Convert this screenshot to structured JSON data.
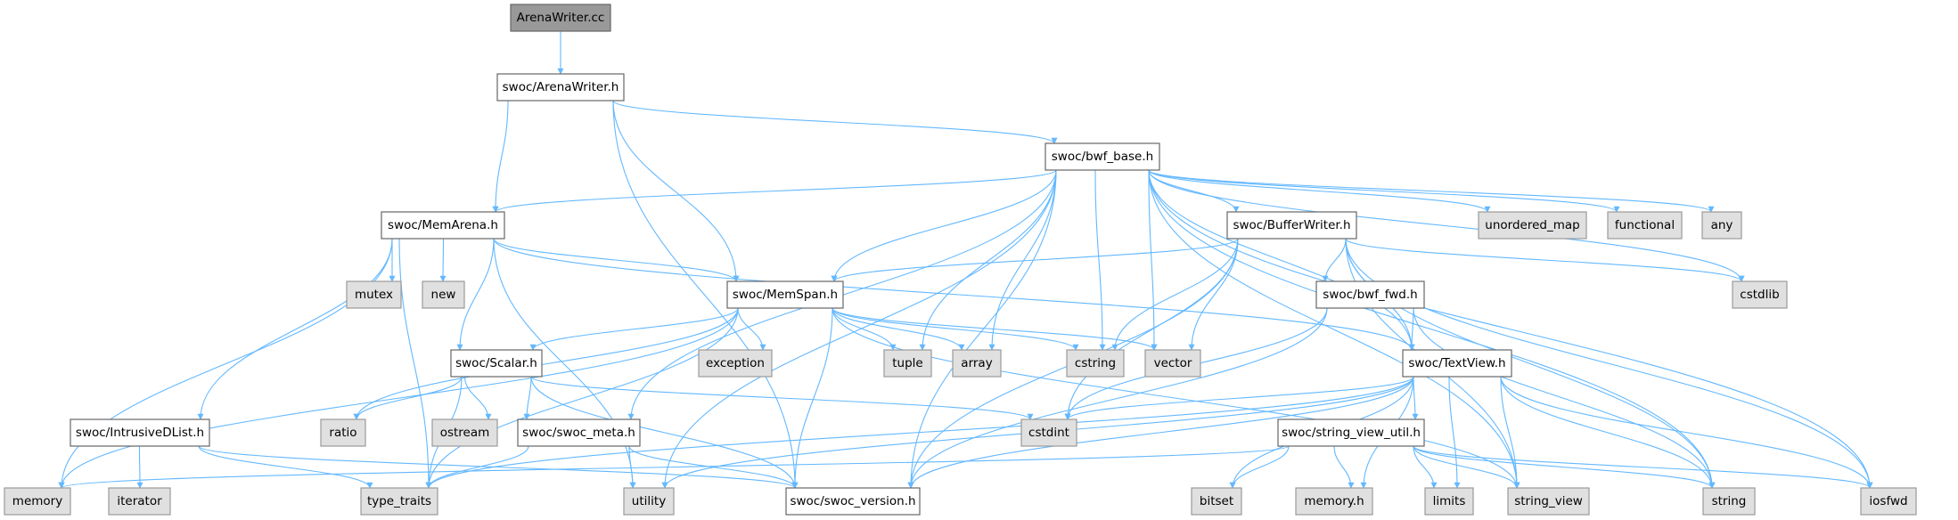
{
  "graph": {
    "root": "ArenaWriter.cc",
    "colors": {
      "edge": "#63b8ff",
      "root_fill": "#999999",
      "internal_fill": "#ffffff",
      "external_fill": "#e0e0e0"
    },
    "nodes": [
      {
        "id": "awcc",
        "label": "ArenaWriter.cc",
        "kind": "root"
      },
      {
        "id": "awh",
        "label": "swoc/ArenaWriter.h",
        "kind": "internal"
      },
      {
        "id": "bwfbase",
        "label": "swoc/bwf_base.h",
        "kind": "internal"
      },
      {
        "id": "memarena",
        "label": "swoc/MemArena.h",
        "kind": "internal"
      },
      {
        "id": "bufwriter",
        "label": "swoc/BufferWriter.h",
        "kind": "internal"
      },
      {
        "id": "unordered_map",
        "label": "unordered_map",
        "kind": "external"
      },
      {
        "id": "functional",
        "label": "functional",
        "kind": "external"
      },
      {
        "id": "any",
        "label": "any",
        "kind": "external"
      },
      {
        "id": "mutex",
        "label": "mutex",
        "kind": "external"
      },
      {
        "id": "new",
        "label": "new",
        "kind": "external"
      },
      {
        "id": "memspan",
        "label": "swoc/MemSpan.h",
        "kind": "internal"
      },
      {
        "id": "bwffwd",
        "label": "swoc/bwf_fwd.h",
        "kind": "internal"
      },
      {
        "id": "cstdlib",
        "label": "cstdlib",
        "kind": "external"
      },
      {
        "id": "scalar",
        "label": "swoc/Scalar.h",
        "kind": "internal"
      },
      {
        "id": "exception",
        "label": "exception",
        "kind": "external"
      },
      {
        "id": "tuple",
        "label": "tuple",
        "kind": "external"
      },
      {
        "id": "array",
        "label": "array",
        "kind": "external"
      },
      {
        "id": "cstring",
        "label": "cstring",
        "kind": "external"
      },
      {
        "id": "vector",
        "label": "vector",
        "kind": "external"
      },
      {
        "id": "textview",
        "label": "swoc/TextView.h",
        "kind": "internal"
      },
      {
        "id": "intrusive",
        "label": "swoc/IntrusiveDList.h",
        "kind": "internal"
      },
      {
        "id": "ratio",
        "label": "ratio",
        "kind": "external"
      },
      {
        "id": "ostream",
        "label": "ostream",
        "kind": "external"
      },
      {
        "id": "meta",
        "label": "swoc/swoc_meta.h",
        "kind": "internal"
      },
      {
        "id": "cstdint",
        "label": "cstdint",
        "kind": "external"
      },
      {
        "id": "svutil",
        "label": "swoc/string_view_util.h",
        "kind": "internal"
      },
      {
        "id": "memory",
        "label": "memory",
        "kind": "external"
      },
      {
        "id": "iterator",
        "label": "iterator",
        "kind": "external"
      },
      {
        "id": "type_traits",
        "label": "type_traits",
        "kind": "external"
      },
      {
        "id": "utility",
        "label": "utility",
        "kind": "external"
      },
      {
        "id": "version",
        "label": "swoc/swoc_version.h",
        "kind": "internal"
      },
      {
        "id": "bitset",
        "label": "bitset",
        "kind": "external"
      },
      {
        "id": "memoryh",
        "label": "memory.h",
        "kind": "external"
      },
      {
        "id": "limits",
        "label": "limits",
        "kind": "external"
      },
      {
        "id": "string_view",
        "label": "string_view",
        "kind": "external"
      },
      {
        "id": "string",
        "label": "string",
        "kind": "external"
      },
      {
        "id": "iosfwd",
        "label": "iosfwd",
        "kind": "external"
      }
    ],
    "edges": [
      [
        "awcc",
        "awh"
      ],
      [
        "awh",
        "memarena"
      ],
      [
        "awh",
        "version"
      ],
      [
        "awh",
        "memspan"
      ],
      [
        "awh",
        "bwfbase"
      ],
      [
        "bwfbase",
        "memarena"
      ],
      [
        "bwfbase",
        "memspan"
      ],
      [
        "bwfbase",
        "bufwriter"
      ],
      [
        "bwfbase",
        "textview"
      ],
      [
        "bwfbase",
        "meta"
      ],
      [
        "bwfbase",
        "version"
      ],
      [
        "bwfbase",
        "utility"
      ],
      [
        "bwfbase",
        "tuple"
      ],
      [
        "bwfbase",
        "array"
      ],
      [
        "bwfbase",
        "cstring"
      ],
      [
        "bwfbase",
        "vector"
      ],
      [
        "bwfbase",
        "unordered_map"
      ],
      [
        "bwfbase",
        "functional"
      ],
      [
        "bwfbase",
        "any"
      ],
      [
        "bwfbase",
        "cstdlib"
      ],
      [
        "bwfbase",
        "string"
      ],
      [
        "bwfbase",
        "string_view"
      ],
      [
        "bwfbase",
        "iosfwd"
      ],
      [
        "memarena",
        "mutex"
      ],
      [
        "memarena",
        "new"
      ],
      [
        "memarena",
        "scalar"
      ],
      [
        "memarena",
        "intrusive"
      ],
      [
        "memarena",
        "memory"
      ],
      [
        "memarena",
        "utility"
      ],
      [
        "memarena",
        "memspan"
      ],
      [
        "memarena",
        "textview"
      ],
      [
        "memarena",
        "type_traits"
      ],
      [
        "memspan",
        "exception"
      ],
      [
        "memspan",
        "tuple"
      ],
      [
        "memspan",
        "array"
      ],
      [
        "memspan",
        "cstring"
      ],
      [
        "memspan",
        "vector"
      ],
      [
        "memspan",
        "scalar"
      ],
      [
        "memspan",
        "ratio"
      ],
      [
        "memspan",
        "memory"
      ],
      [
        "memspan",
        "type_traits"
      ],
      [
        "memspan",
        "version"
      ],
      [
        "memspan",
        "string_view"
      ],
      [
        "bufwriter",
        "memspan"
      ],
      [
        "bufwriter",
        "bwffwd"
      ],
      [
        "bufwriter",
        "textview"
      ],
      [
        "bufwriter",
        "cstring"
      ],
      [
        "bufwriter",
        "vector"
      ],
      [
        "bufwriter",
        "cstdlib"
      ],
      [
        "bufwriter",
        "cstdint"
      ],
      [
        "bufwriter",
        "version"
      ],
      [
        "bufwriter",
        "string_view"
      ],
      [
        "bufwriter",
        "string"
      ],
      [
        "bufwriter",
        "iosfwd"
      ],
      [
        "bwffwd",
        "textview"
      ],
      [
        "bwffwd",
        "string"
      ],
      [
        "bwffwd",
        "cstdint"
      ],
      [
        "bwffwd",
        "version"
      ],
      [
        "scalar",
        "ratio"
      ],
      [
        "scalar",
        "ostream"
      ],
      [
        "scalar",
        "meta"
      ],
      [
        "scalar",
        "type_traits"
      ],
      [
        "scalar",
        "cstdint"
      ],
      [
        "scalar",
        "version"
      ],
      [
        "meta",
        "type_traits"
      ],
      [
        "meta",
        "utility"
      ],
      [
        "meta",
        "version"
      ],
      [
        "intrusive",
        "iterator"
      ],
      [
        "intrusive",
        "type_traits"
      ],
      [
        "intrusive",
        "version"
      ],
      [
        "textview",
        "svutil"
      ],
      [
        "textview",
        "bitset"
      ],
      [
        "textview",
        "memoryh"
      ],
      [
        "textview",
        "limits"
      ],
      [
        "textview",
        "string_view"
      ],
      [
        "textview",
        "string"
      ],
      [
        "textview",
        "iosfwd"
      ],
      [
        "textview",
        "cstdint"
      ],
      [
        "textview",
        "version"
      ],
      [
        "textview",
        "utility"
      ],
      [
        "textview",
        "type_traits"
      ],
      [
        "svutil",
        "memory"
      ],
      [
        "svutil",
        "bitset"
      ],
      [
        "svutil",
        "memoryh"
      ],
      [
        "svutil",
        "limits"
      ],
      [
        "svutil",
        "string_view"
      ],
      [
        "svutil",
        "string"
      ],
      [
        "svutil",
        "iosfwd"
      ]
    ]
  }
}
